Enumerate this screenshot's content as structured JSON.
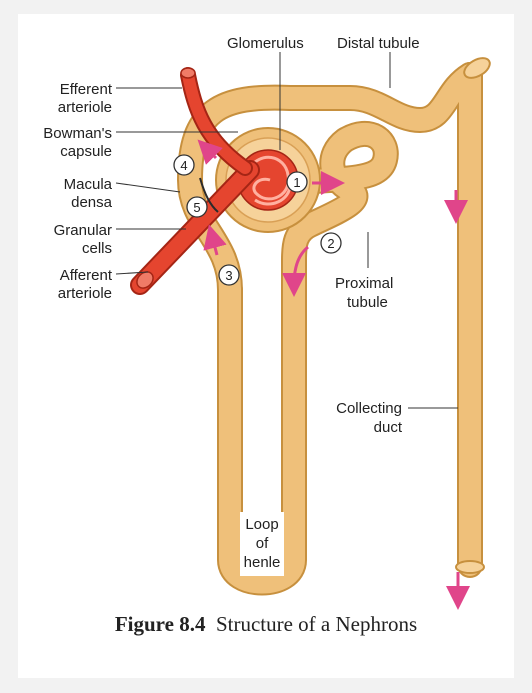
{
  "labels": {
    "glomerulus": "Glomerulus",
    "distal_tubule": "Distal tubule",
    "efferent_1": "Efferent",
    "efferent_2": "arteriole",
    "bowmans_1": "Bowman's",
    "bowmans_2": "capsule",
    "macula_1": "Macula",
    "macula_2": "densa",
    "granular_1": "Granular",
    "granular_2": "cells",
    "afferent_1": "Afferent",
    "afferent_2": "arteriole",
    "proximal_1": "Proximal",
    "proximal_2": "tubule",
    "collecting_1": "Collecting",
    "collecting_2": "duct",
    "loop_1": "Loop",
    "loop_2": "of",
    "loop_3": "henle"
  },
  "markers": [
    "1",
    "2",
    "3",
    "4",
    "5"
  ],
  "caption": {
    "figure_no": "Figure 8.4",
    "title": "Structure of a Nephrons"
  },
  "colors": {
    "tubule": "#efc07a",
    "tubule_edge": "#c7903e",
    "vessel": "#e5452f",
    "vessel_edge": "#a52515",
    "arrow": "#e0458a"
  }
}
